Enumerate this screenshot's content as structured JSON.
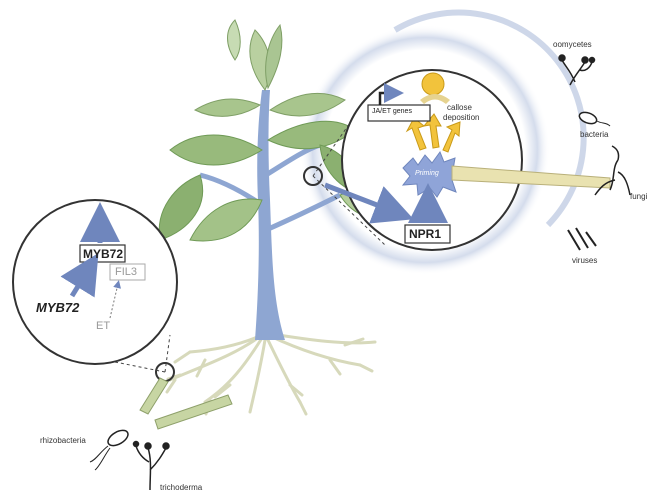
{
  "colors": {
    "leaf": "#9fbf86",
    "leaf_dark": "#6f9a56",
    "stem": "#7f99c9",
    "root": "#d6d8b8",
    "arrow": "#6f86bd",
    "halo": "#c9d3e6",
    "callose": "#f2c33c",
    "box_border": "#333333"
  },
  "root_zoom": {
    "myb72_box_label": "MYB72",
    "fil3_box_label": "FIL3",
    "myb72_label": "MYB72",
    "et_label": "ET"
  },
  "leaf_zoom": {
    "genes_label": "JA/ET genes",
    "callose_label_line1": "callose",
    "callose_label_line2": "deposition",
    "priming_label": "Priming",
    "npr1_label": "NPR1"
  },
  "pathogens": [
    {
      "label": "oomycetes",
      "icon": "oomycetes-icon"
    },
    {
      "label": "bacteria",
      "icon": "bacteria-icon"
    },
    {
      "label": "fungi",
      "icon": "fungi-icon"
    },
    {
      "label": "viruses",
      "icon": "viruses-icon"
    }
  ],
  "microbes": [
    {
      "label": "rhizobacteria",
      "icon": "rhizobacteria-icon"
    },
    {
      "label": "trichoderma",
      "icon": "trichoderma-icon"
    }
  ]
}
